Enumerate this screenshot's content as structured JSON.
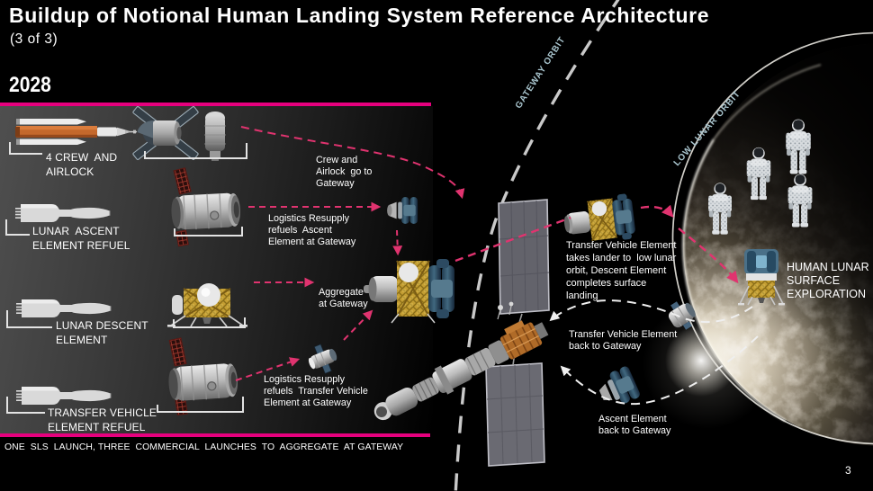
{
  "slide": {
    "title": "Buildup of Notional Human Landing System Reference Architecture",
    "subtitle": "(3 of 3)",
    "year": "2028",
    "page_number": "3",
    "footer_caption": "ONE  SLS  LAUNCH, THREE  COMMERCIAL  LAUNCHES  TO  AGGREGATE  AT GATEWAY"
  },
  "colors": {
    "background": "#000000",
    "accent_magenta": "#e6007e",
    "trajectory_magenta": "#e0336f",
    "white_path": "#efefef",
    "orbit_arc_gray": "#c9c9c9",
    "orbit_label_cyan": "#a9c5ce",
    "sls_orange": "#c96a2e",
    "lander_gold": "#c8a43a",
    "tank_blue": "#3c6e8f"
  },
  "panel": {
    "rows": [
      {
        "label": "4 CREW  AND\nAIRLOCK",
        "vehicle": "sls-with-orion-and-airlock"
      },
      {
        "label": "LUNAR  ASCENT\nELEMENT REFUEL",
        "vehicle": "commercial-rocket-with-logistics-module"
      },
      {
        "label": "LUNAR DESCENT\nELEMENT",
        "vehicle": "commercial-rocket-with-lunar-lander"
      },
      {
        "label": "TRANSFER VEHICLE\nELEMENT REFUEL",
        "vehicle": "commercial-rocket-with-logistics-module"
      }
    ]
  },
  "annotations": {
    "crew_airlock": "Crew and\nAirlock  go to\nGateway",
    "logistics_ascent": "Logistics Resupply\nrefuels  Ascent\nElement at Gateway",
    "aggregate": "Aggregate\nat Gateway",
    "logistics_tve": "Logistics Resupply\nrefuels  Transfer Vehicle\nElement at Gateway",
    "tve_to_llo": "Transfer Vehicle Element\ntakes lander to  low lunar\norbit, Descent Element\ncompletes surface\nlanding",
    "tve_back": "Transfer Vehicle Element\nback to Gateway",
    "ascent_back": "Ascent Element\nback to Gateway",
    "surface_exploration": "HUMAN LUNAR\nSURFACE\nEXPLORATION"
  },
  "orbits": {
    "gateway": "GATEWAY ORBIT",
    "low_lunar": "LOW LUNAR ORBIT"
  }
}
